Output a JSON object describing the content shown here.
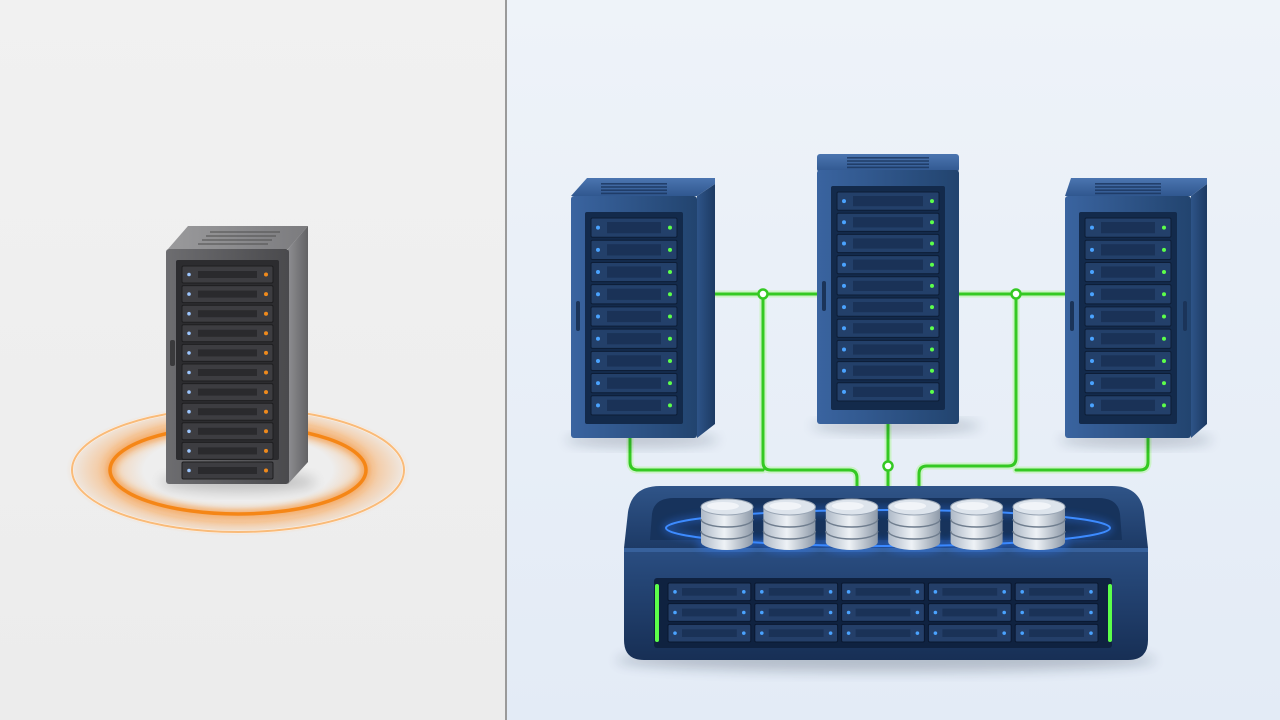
{
  "colors": {
    "left_background": "#efefef",
    "right_background": "#e9f0f9",
    "divider": "#9a9a9a",
    "single_server_body": "#5d5d5f",
    "single_server_highlight": "#8a8a8d",
    "single_server_led": "#f08a1c",
    "warning_glow": "#f7861a",
    "rack_body": "#274b7e",
    "rack_highlight": "#3d6aa6",
    "rack_led_blue": "#4aa3ff",
    "rack_led_green": "#5cff4a",
    "network_link": "#3fd42b",
    "storage_body": "#213f6d",
    "storage_tray_glow": "#2f7cff",
    "disk_silver": "#c9d3df"
  },
  "left_panel": {
    "icon": "single-server-tower-icon",
    "status_ring_icon": "orange-alert-ring-icon"
  },
  "right_panel": {
    "racks": [
      {
        "icon": "server-rack-icon"
      },
      {
        "icon": "server-rack-icon"
      },
      {
        "icon": "server-rack-icon"
      }
    ],
    "storage": {
      "icon": "storage-array-icon",
      "disk_count": 6,
      "drive_bay_rows": 3,
      "drive_bay_columns": 5
    },
    "links_icon": "network-connection-icon"
  }
}
